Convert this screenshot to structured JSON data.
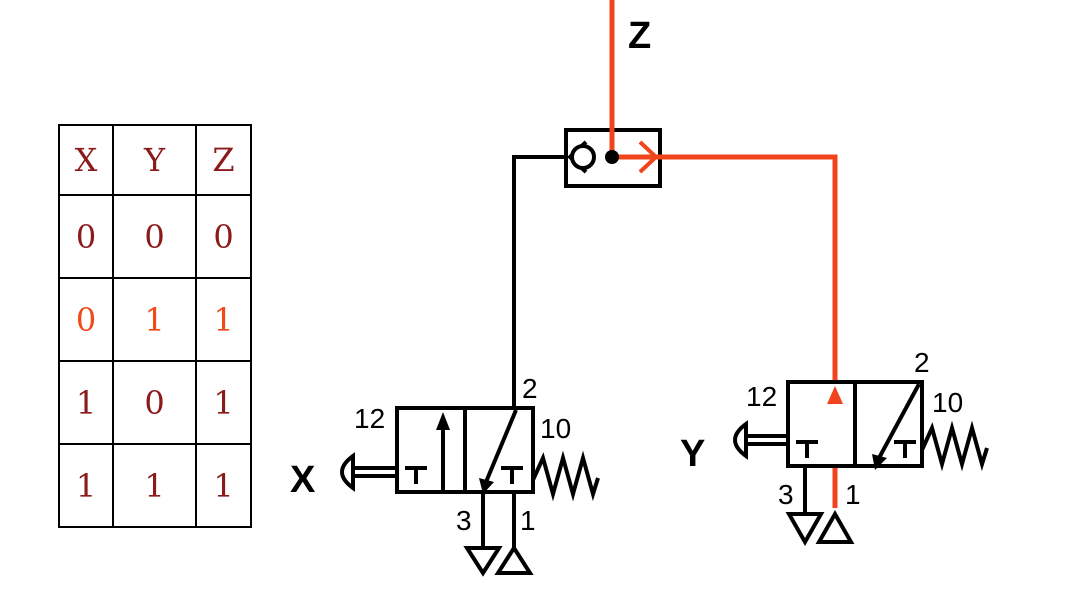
{
  "truth_table": {
    "headers": [
      "X",
      "Y",
      "Z"
    ],
    "rows": [
      [
        "0",
        "0",
        "0"
      ],
      [
        "0",
        "1",
        "1"
      ],
      [
        "1",
        "0",
        "1"
      ],
      [
        "1",
        "1",
        "1"
      ]
    ],
    "highlighted_row": 1
  },
  "circuit": {
    "output_label": "Z",
    "valve_x": {
      "input_label": "X",
      "pilot_port": "12",
      "spring_port": "10",
      "output_port": "2",
      "exhaust_port": "3",
      "supply_port": "1"
    },
    "valve_y": {
      "input_label": "Y",
      "pilot_port": "12",
      "spring_port": "10",
      "output_port": "2",
      "exhaust_port": "3",
      "supply_port": "1"
    }
  },
  "colors": {
    "active_flow": "#f0441c",
    "line": "#000000",
    "table_text": "#8b1a1a",
    "table_highlight_text": "#f04a1a"
  }
}
